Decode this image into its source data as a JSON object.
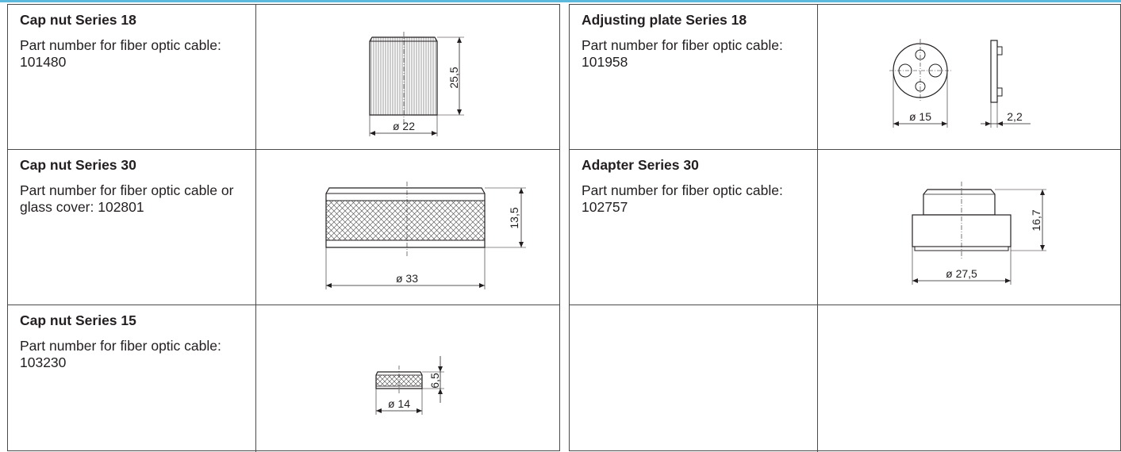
{
  "parts": [
    {
      "title": "Cap nut Series 18",
      "description": "Part number for fiber optic cable: 101480",
      "dimensions": [
        "25,5",
        "ø 22"
      ]
    },
    {
      "title": "Cap nut Series 30",
      "description": "Part number for fiber optic cable or glass cover: 102801",
      "dimensions": [
        "13,5",
        "ø 33"
      ]
    },
    {
      "title": "Cap nut Series 15",
      "description": "Part number for fiber optic cable: 103230",
      "dimensions": [
        "6,5",
        "ø 14"
      ]
    },
    {
      "title": "Adjusting plate Series 18",
      "description": "Part number for fiber optic cable: 101958",
      "dimensions": [
        "ø 15",
        "2,2"
      ]
    },
    {
      "title": "Adapter Series 30",
      "description": "Part number for fiber optic cable: 102757",
      "dimensions": [
        "16,7",
        "ø 27,5"
      ]
    }
  ],
  "colors": {
    "accent_line": "#5bb9dc",
    "border": "#4a4a4a",
    "ink": "#231f20"
  }
}
